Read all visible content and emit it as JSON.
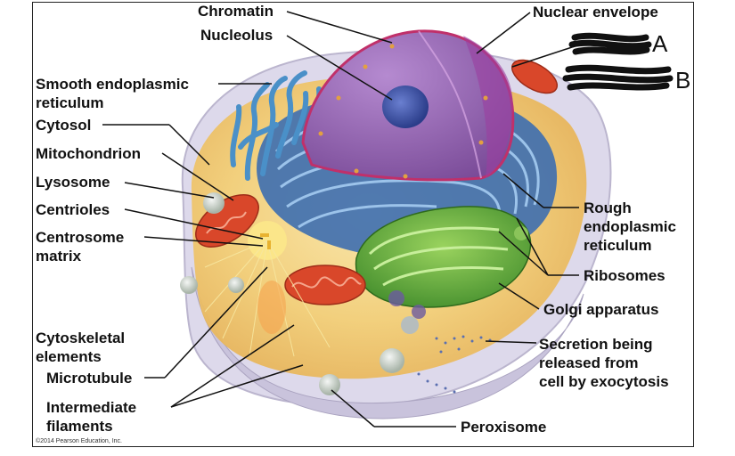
{
  "labels": {
    "chromatin": "Chromatin",
    "nucleolus": "Nucleolus",
    "nuclear_envelope": "Nuclear envelope",
    "smooth_er_1": "Smooth endoplasmic",
    "smooth_er_2": "reticulum",
    "cytosol": "Cytosol",
    "mitochondrion": "Mitochondrion",
    "lysosome": "Lysosome",
    "centrioles": "Centrioles",
    "centrosome_1": "Centrosome",
    "centrosome_2": "matrix",
    "rough_er_1": "Rough",
    "rough_er_2": "endoplasmic",
    "rough_er_3": "reticulum",
    "ribosomes": "Ribosomes",
    "golgi": "Golgi apparatus",
    "secretion_1": "Secretion being",
    "secretion_2": "released from",
    "secretion_3": "cell by exocytosis",
    "cytoskeletal_1": "Cytoskeletal",
    "cytoskeletal_2": "elements",
    "microtubule": "Microtubule",
    "intermediate_1": "Intermediate",
    "intermediate_2": "filaments",
    "peroxisome": "Peroxisome"
  },
  "handwritten": {
    "a": "A",
    "b": "B"
  },
  "copyright": "©2014 Pearson Education, Inc.",
  "colors": {
    "nucleus": "#8a5aa8",
    "rough_er": "#3d6eb0",
    "smooth_er": "#4a90c8",
    "golgi": "#5aa33a",
    "mitochondrion": "#d9472a",
    "cytoplasm": "#f3d27a",
    "membrane": "#d8d6e6"
  }
}
